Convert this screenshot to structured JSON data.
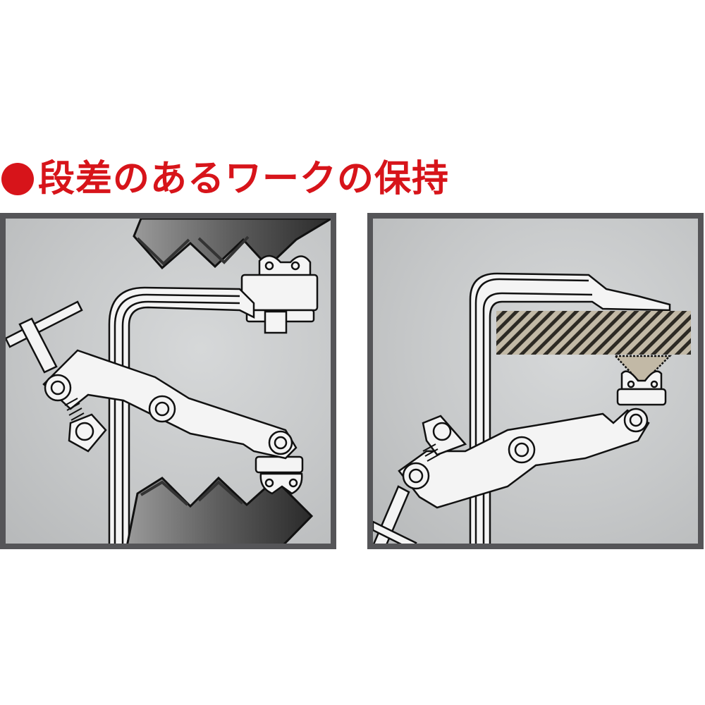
{
  "title": {
    "bullet_icon": "red-circle-bullet",
    "text": "段差のあるワークの保持",
    "color": "#d7141a"
  },
  "panels": [
    {
      "id": "left",
      "description": "Clamp with swivel pads gripping stepped (angled) workpieces above and below",
      "icons": [
        "clamp-bar",
        "t-handle-screw",
        "swivel-pad-upper",
        "swivel-pad-lower",
        "stepped-workpiece-upper",
        "stepped-workpiece-lower"
      ]
    },
    {
      "id": "right",
      "description": "Clamp holding a flat hatched workpiece against a V-pad",
      "icons": [
        "clamp-bar",
        "t-handle-screw",
        "v-pad",
        "hatched-workpiece"
      ]
    }
  ],
  "colors": {
    "panel_border": "#555558",
    "panel_bg": "#c6c8c9",
    "workpiece_hatch": "#c2b9a6",
    "clamp_fill": "#f4f4f4",
    "outline": "#1a1a1a"
  }
}
